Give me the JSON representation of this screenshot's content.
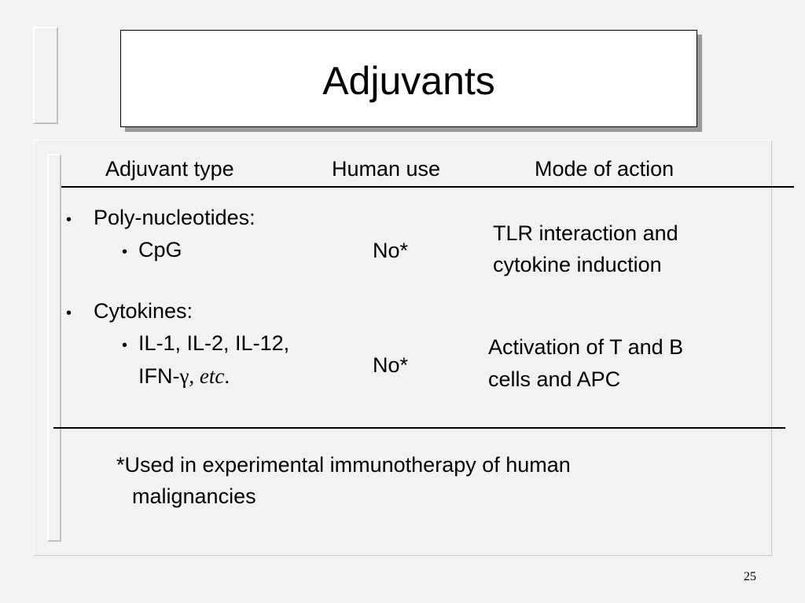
{
  "slide": {
    "title": "Adjuvants",
    "page_number": "25"
  },
  "table": {
    "headers": {
      "type": "Adjuvant type",
      "human_use": "Human use",
      "mode": "Mode of action"
    },
    "row1": {
      "category": "Poly-nucleotides:",
      "item": "CpG",
      "human_use": "No*",
      "mode_line1": "TLR interaction and",
      "mode_line2": "cytokine induction"
    },
    "row2": {
      "category": "Cytokines:",
      "item_line1": "IL-1, IL-2, IL-12,",
      "item_line2_prefix": "IFN-",
      "item_line2_gamma": "γ",
      "item_line2_sep": ", ",
      "item_line2_etc": "etc",
      "item_line2_end": ".",
      "human_use": "No*",
      "mode_line1": "Activation of T and B",
      "mode_line2": "cells and APC"
    }
  },
  "footnote": {
    "line1": "*Used in experimental immunotherapy of human",
    "line2": "malignancies"
  },
  "bullets": {
    "main": "•",
    "sub": "•"
  }
}
